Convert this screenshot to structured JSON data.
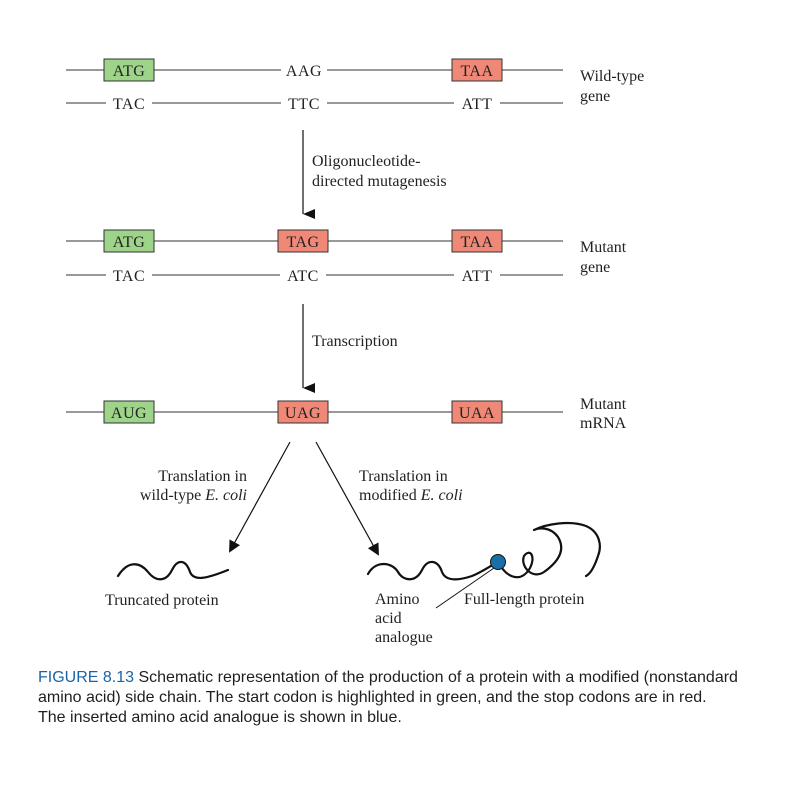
{
  "wild_type": {
    "top_strand": [
      "ATG",
      "AAG",
      "TAA"
    ],
    "bottom_strand": [
      "TAC",
      "TTC",
      "ATT"
    ],
    "label_line1": "Wild-type",
    "label_line2": "gene"
  },
  "step1": {
    "line1": "Oligonucleotide-",
    "line2": "directed mutagenesis"
  },
  "mutant_gene": {
    "top_strand": [
      "ATG",
      "TAG",
      "TAA"
    ],
    "bottom_strand": [
      "TAC",
      "ATC",
      "ATT"
    ],
    "label_line1": "Mutant",
    "label_line2": "gene"
  },
  "step2": {
    "label": "Transcription"
  },
  "mutant_mrna": {
    "codons": [
      "AUG",
      "UAG",
      "UAA"
    ],
    "label_line1": "Mutant",
    "label_line2": "mRNA"
  },
  "translation_left": {
    "line1": "Translation in",
    "line2_prefix": "wild-type ",
    "line2_italic": "E. coli"
  },
  "translation_right": {
    "line1": "Translation in",
    "line2_prefix": "modified ",
    "line2_italic": "E. coli"
  },
  "products": {
    "truncated": "Truncated protein",
    "full_length": "Full-length protein",
    "analogue_line1": "Amino",
    "analogue_line2": "acid",
    "analogue_line3": "analogue"
  },
  "colors": {
    "start_codon": "#9ed48a",
    "stop_codon": "#f08878",
    "analogue": "#1a6fa8",
    "caption_label": "#1a63a6"
  },
  "caption": {
    "label": "FIGURE 8.13",
    "text": " Schematic representation of the production of a protein with a modified (nonstandard amino acid) side chain. The start codon is highlighted in green, and the stop codons are in red. The inserted amino acid analogue is shown in blue."
  }
}
